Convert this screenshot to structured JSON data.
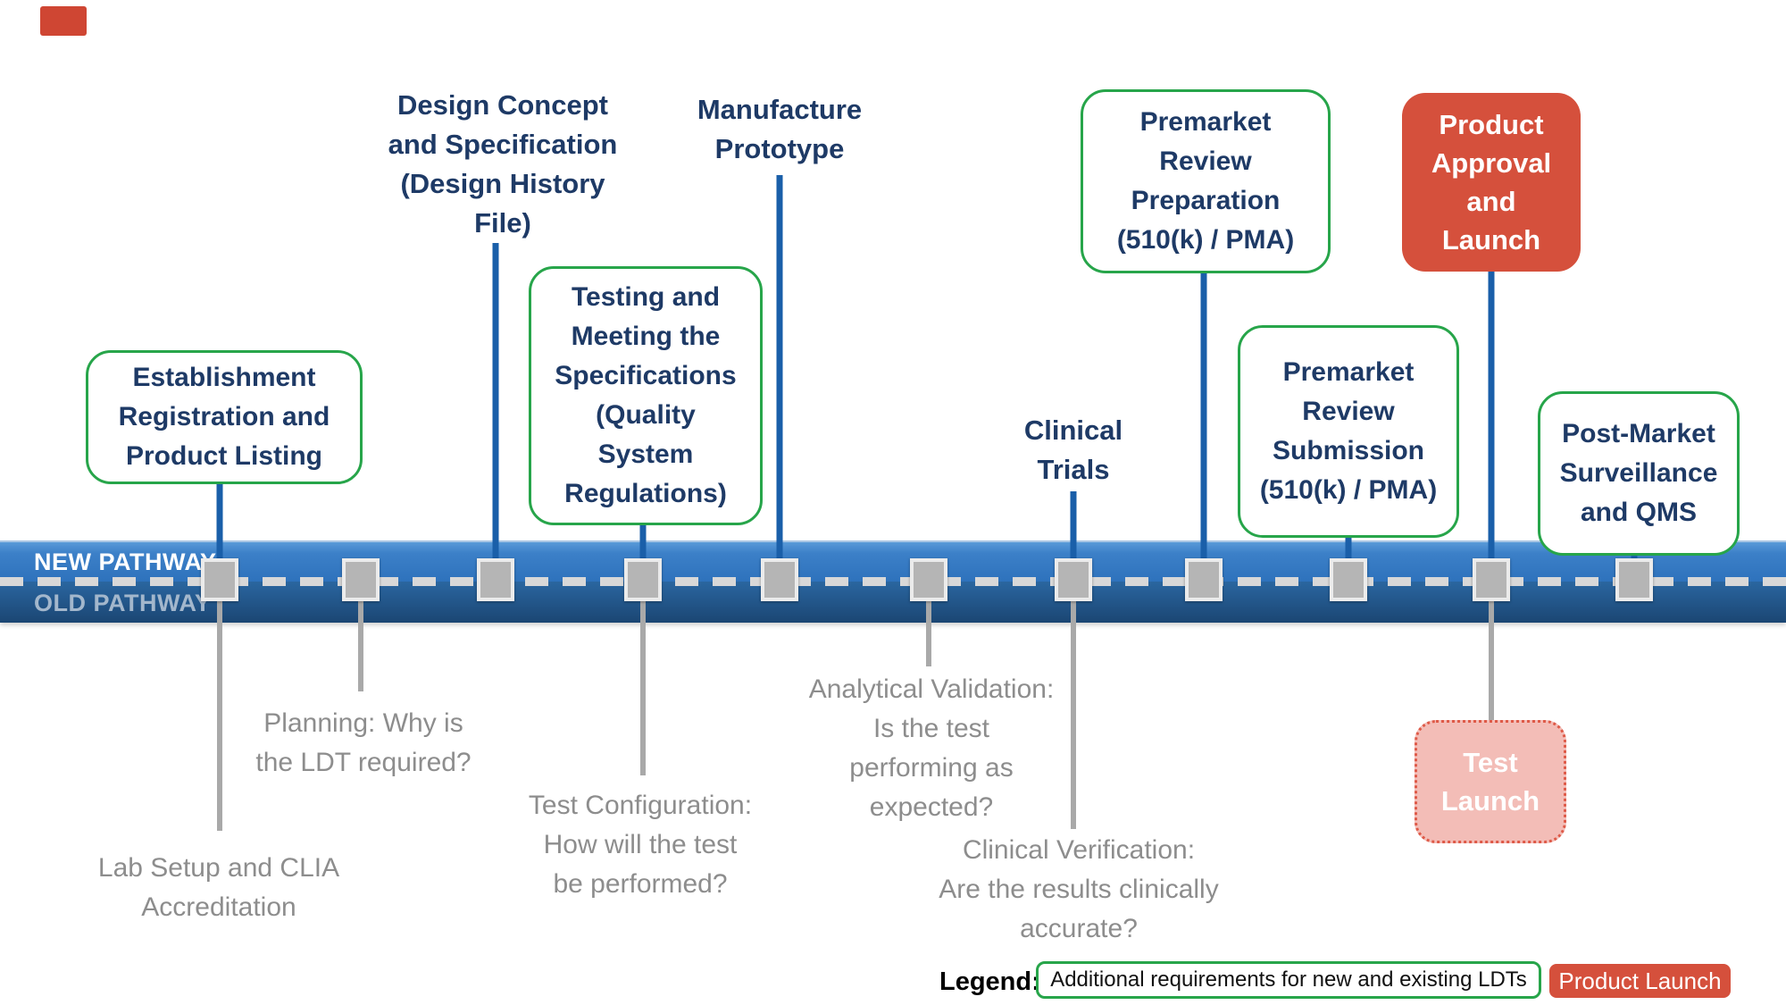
{
  "timeline": {
    "new_label": "NEW PATHWAY",
    "old_label": "OLD PATHWAY"
  },
  "milestones_above": {
    "establishment": "Establishment\nRegistration and\nProduct Listing",
    "design": "Design Concept\nand Specification\n(Design History\nFile)",
    "testing": "Testing and\nMeeting the\nSpecifications\n(Quality\nSystem\nRegulations)",
    "manufacture": "Manufacture\nPrototype",
    "clinical_trials": "Clinical\nTrials",
    "premarket_prep": "Premarket\nReview\nPreparation\n(510(k) / PMA)",
    "premarket_sub": "Premarket\nReview\nSubmission\n(510(k) / PMA)",
    "product_approval": "Product\nApproval\nand\nLaunch",
    "post_market": "Post-Market\nSurveillance\nand QMS"
  },
  "milestones_below": {
    "lab_setup": "Lab Setup and CLIA\nAccreditation",
    "planning": "Planning: Why is\nthe LDT required?",
    "test_config": "Test Configuration:\nHow will the test\nbe performed?",
    "analytical": "Analytical Validation:\nIs the test\nperforming as\nexpected?",
    "clinical_verification": "Clinical Verification:\nAre the results clinically\naccurate?",
    "test_launch": "Test\nLaunch"
  },
  "legend": {
    "title": "Legend:",
    "green_item": "Additional requirements for new and existing LDTs",
    "red_item": "Product Launch"
  },
  "colors": {
    "navy_text": "#1e3a66",
    "green_border": "#27a54a",
    "red_fill": "#d5503c",
    "pink_fill": "#f3bdb7",
    "band_top_blue": "#2e72bc",
    "band_bottom_blue": "#1b4673",
    "blue_connector": "#1a5fa9",
    "gray_connector": "#a9a9a9",
    "gray_text": "#8d8d8d",
    "marker_fill": "#b5b5b5",
    "dash_color": "#d8d8d8"
  }
}
